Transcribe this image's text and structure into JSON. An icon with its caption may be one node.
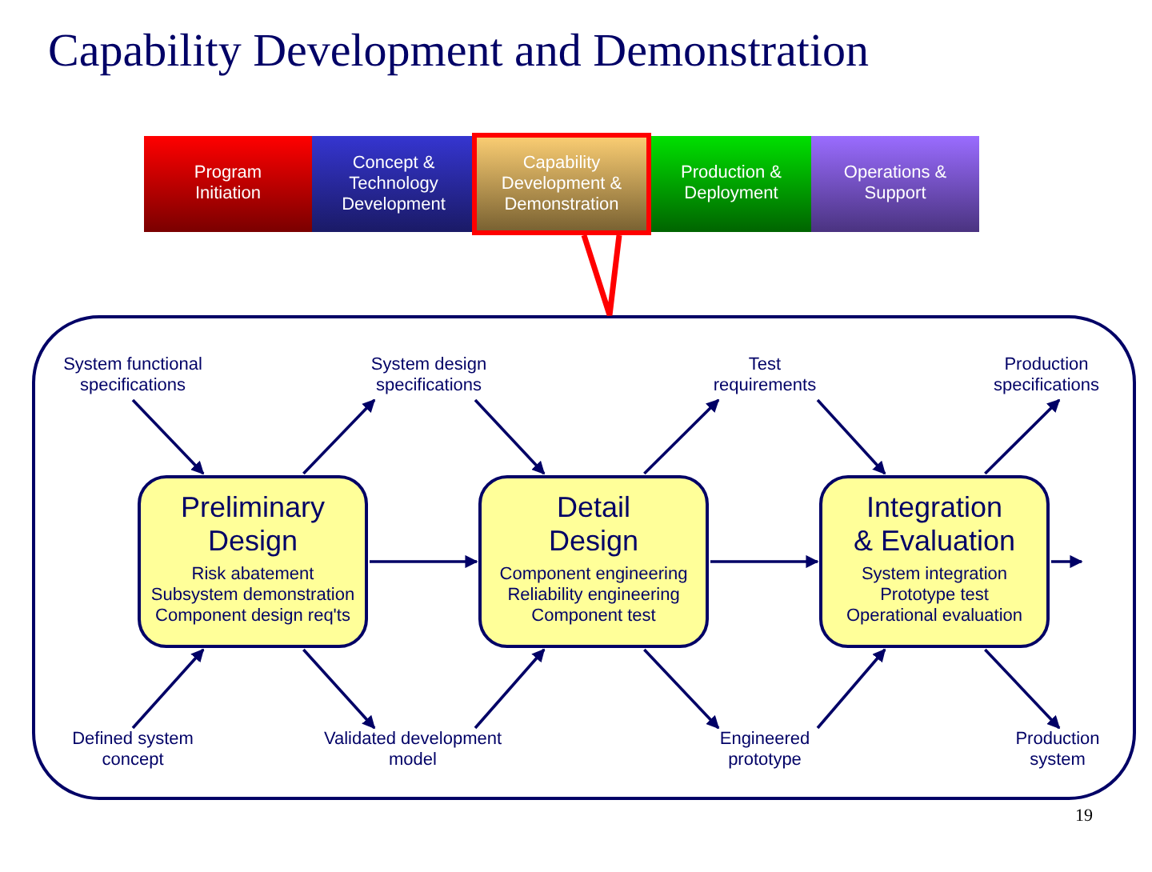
{
  "diagram": {
    "title": "Capability Development and Demonstration",
    "nodes": [
      {
        "text": [
          "Program Initiation"
        ]
      },
      {
        "text": [
          "Concept & Technology Development"
        ]
      },
      {
        "text": [
          "Capability Development & Demonstration"
        ]
      },
      {
        "text": [
          "Production & Deployment"
        ]
      },
      {
        "text": [
          "Operations & Support"
        ]
      },
      {
        "text": [],
        "shape": "box"
      },
      {
        "text": [
          "Preliminary Design",
          "Risk abatement",
          "Subsystem demonstration",
          "Component design req'ts"
        ],
        "in": 5
      },
      {
        "text": [
          "Detail Design",
          "Component engineering",
          "Reliability engineering",
          "Component test"
        ],
        "in": 5
      },
      {
        "text": [
          "Integration & Evaluation",
          "System integration",
          "Prototype test",
          "Operational evaluation"
        ],
        "in": 5
      },
      {
        "text": [
          "System functional specifications"
        ],
        "in": 5
      },
      {
        "text": [
          "System design specifications"
        ],
        "in": 5
      },
      {
        "text": [
          "Test requirements"
        ],
        "in": 5
      },
      {
        "text": [
          "Production specifications"
        ],
        "in": 5
      },
      {
        "text": [
          "Defined system concept"
        ],
        "in": 5
      },
      {
        "text": [
          "Validated development model"
        ],
        "in": 5
      },
      {
        "text": [
          "Engineered prototype"
        ],
        "in": 5
      },
      {
        "text": [
          "Production system"
        ],
        "in": 5
      }
    ],
    "edges": [
      {
        "from": 9,
        "to": 6,
        "arrow": "to"
      },
      {
        "from": 6,
        "to": 10,
        "arrow": "to"
      },
      {
        "from": 10,
        "to": 7,
        "arrow": "to"
      },
      {
        "from": 7,
        "to": 11,
        "arrow": "to"
      },
      {
        "from": 11,
        "to": 8,
        "arrow": "to"
      },
      {
        "from": 8,
        "to": 12,
        "arrow": "to"
      },
      {
        "from": 13,
        "to": 6,
        "arrow": "to"
      },
      {
        "from": 6,
        "to": 14,
        "arrow": "to"
      },
      {
        "from": 14,
        "to": 7,
        "arrow": "to"
      },
      {
        "from": 7,
        "to": 15,
        "arrow": "to"
      },
      {
        "from": 15,
        "to": 8,
        "arrow": "to"
      },
      {
        "from": 8,
        "to": 16,
        "arrow": "to"
      },
      {
        "from": 6,
        "to": 7,
        "arrow": "to"
      },
      {
        "from": 7,
        "to": 8,
        "arrow": "to"
      },
      {
        "from": 8,
        "to": null,
        "arrow": "to"
      },
      {
        "from": 2,
        "to": 5,
        "arrow": "none",
        "style": "thick",
        "color": "#ff0000"
      }
    ],
    "labels": [
      "19"
    ]
  }
}
